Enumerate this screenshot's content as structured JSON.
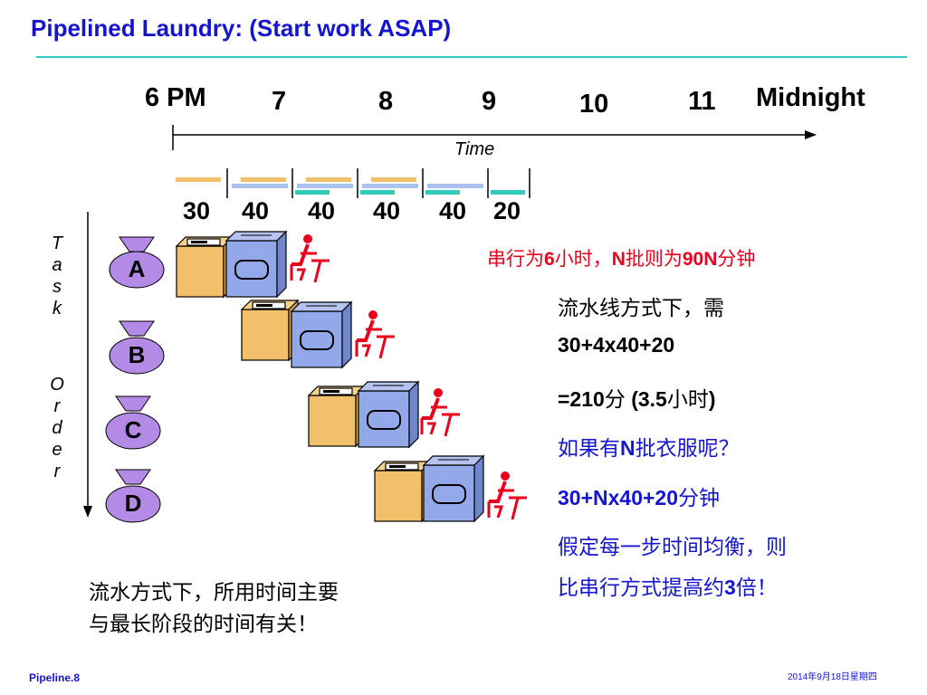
{
  "slide": {
    "title": "Pipelined Laundry: (Start work ASAP)",
    "footer_left": "Pipeline.8",
    "footer_right": "2014年9月18日星期四"
  },
  "timeline": {
    "hours": [
      "6 PM",
      "7",
      "8",
      "9",
      "10",
      "11",
      "Midnight"
    ],
    "axis_label": "Time",
    "durations": [
      "30",
      "40",
      "40",
      "40",
      "40",
      "20"
    ]
  },
  "task_order": {
    "letters": [
      "T",
      "a",
      "s",
      "k",
      "O",
      "r",
      "d",
      "e",
      "r"
    ],
    "loads": [
      "A",
      "B",
      "C",
      "D"
    ]
  },
  "notes": {
    "serial_note": {
      "parts": [
        "串行为",
        "6",
        "小时，",
        "N",
        "批则为",
        "90N",
        "分钟"
      ]
    },
    "pipeline_line1": "流水线方式下，需",
    "pipeline_line2": "30+4x40+20",
    "pipeline_line3": {
      "parts": [
        "=210",
        "分 ",
        "(3.5",
        "小时",
        ")"
      ]
    },
    "question": {
      "parts": [
        "如果有",
        "N",
        "批衣服呢？"
      ]
    },
    "formula": {
      "parts": [
        "30+Nx40+20",
        "分钟"
      ]
    },
    "conclusion_line1": "假定每一步时间均衡，则",
    "conclusion_line2": {
      "parts": [
        "比串行方式提高约",
        "3",
        "倍！"
      ]
    },
    "bottom_line1": "流水方式下，所用时间主要",
    "bottom_line2": "与最长阶段的时间有关！"
  },
  "colors": {
    "title": "#1515d0",
    "rule": "#33cccc",
    "washer": "#f2c06a",
    "dryer": "#93a8e8",
    "fold": "#e8001c",
    "bag": "#b38ae6",
    "stage_bar_wash": "#f2c06a",
    "stage_bar_dry": "#a9c2ee",
    "stage_bar_fold": "#33ccbb"
  }
}
